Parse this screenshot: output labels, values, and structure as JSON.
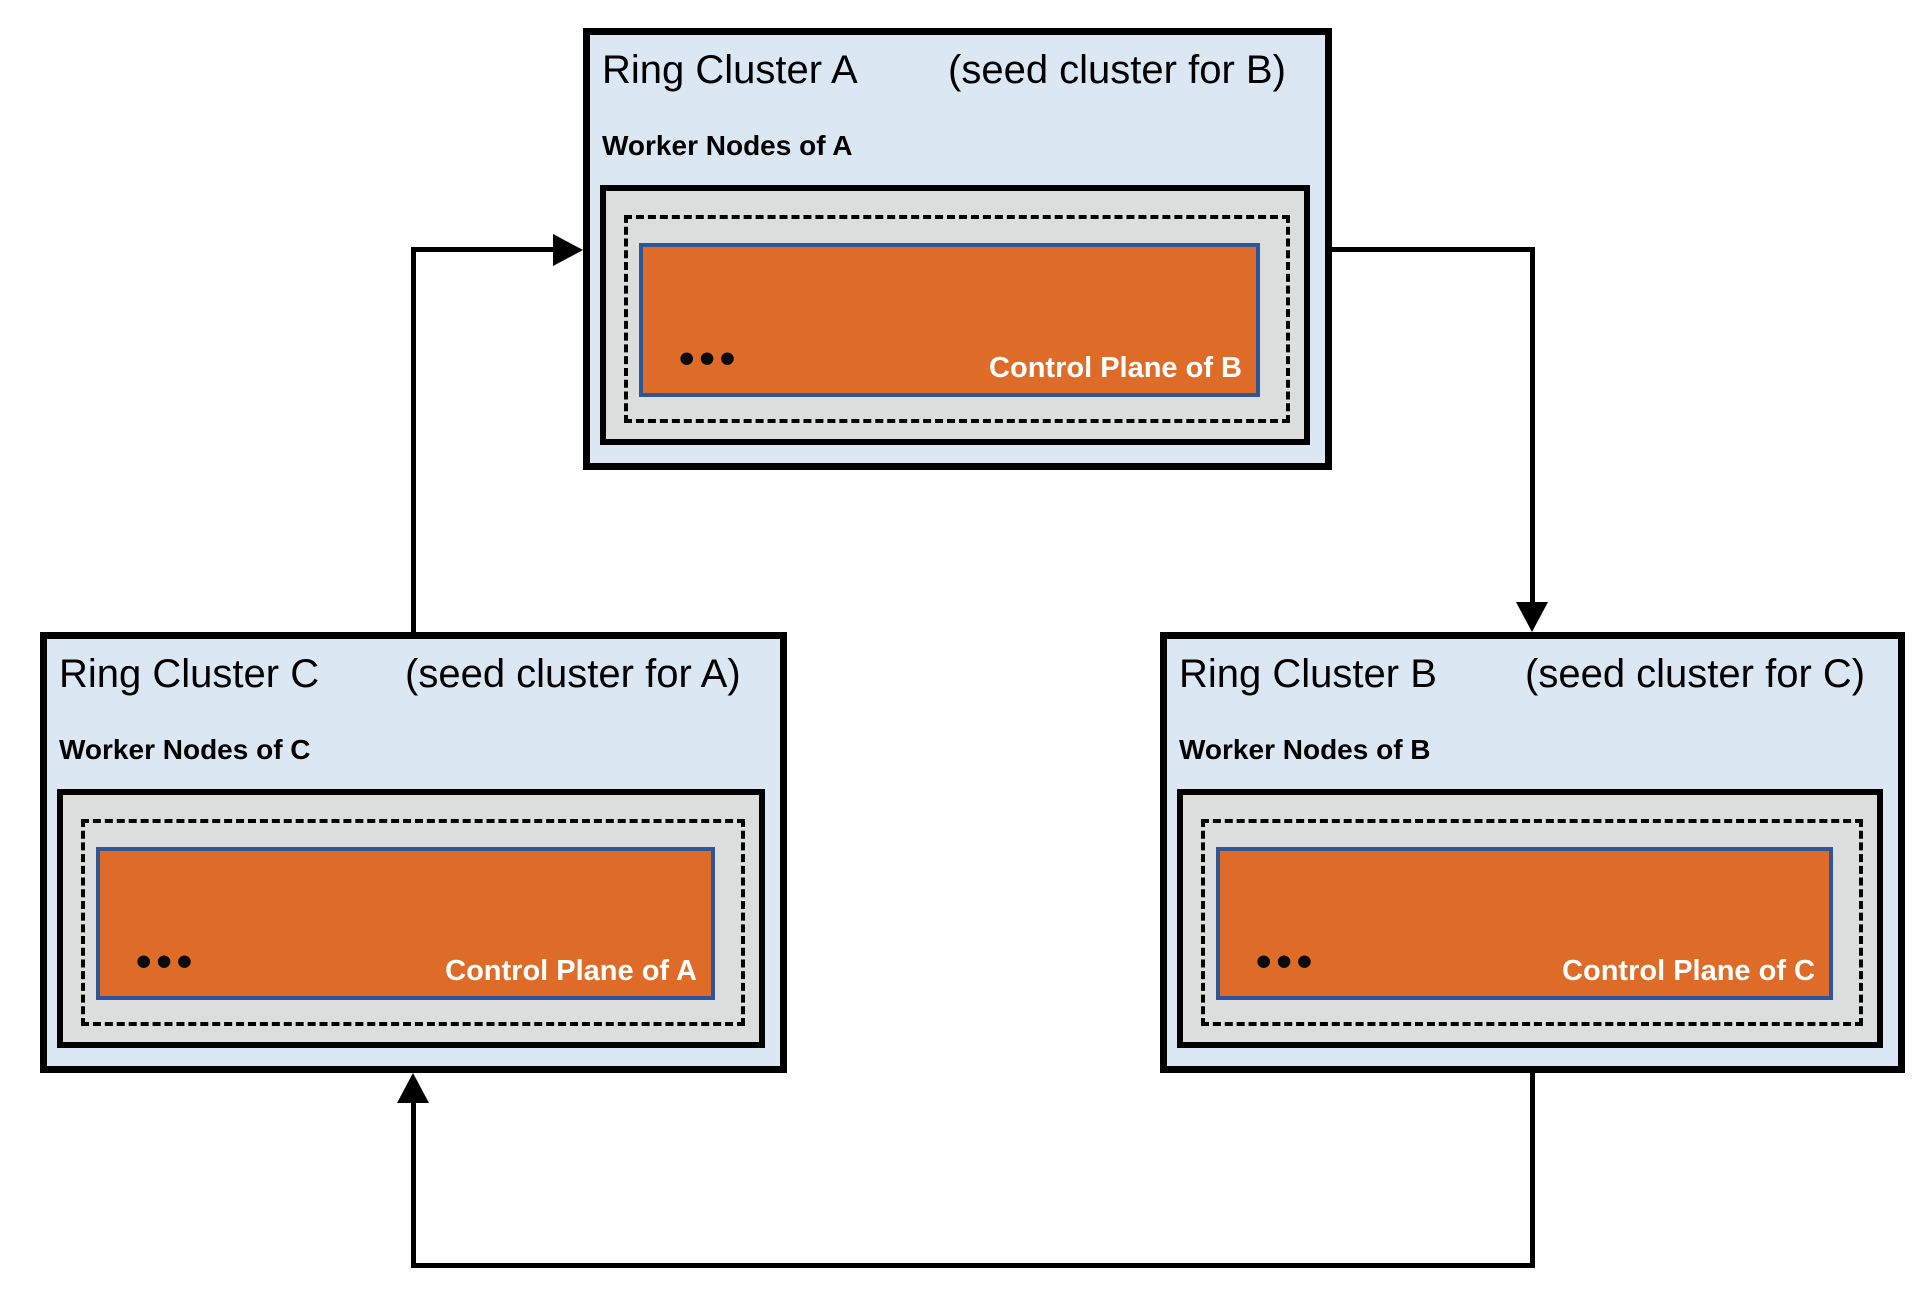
{
  "diagram": {
    "clusters": [
      {
        "id": "A",
        "title": "Ring Cluster A",
        "subtitle": "(seed cluster for B)",
        "worker_label": "Worker Nodes of A",
        "control_plane_label": "Control Plane of B",
        "ellipsis": "•••"
      },
      {
        "id": "C",
        "title": "Ring Cluster C",
        "subtitle": "(seed cluster for A)",
        "worker_label": "Worker Nodes of C",
        "control_plane_label": "Control Plane of A",
        "ellipsis": "•••"
      },
      {
        "id": "B",
        "title": "Ring Cluster B",
        "subtitle": "(seed cluster for C)",
        "worker_label": "Worker Nodes of B",
        "control_plane_label": "Control Plane of C",
        "ellipsis": "•••"
      }
    ],
    "arrows": [
      {
        "from": "Ring Cluster C",
        "to": "Ring Cluster A"
      },
      {
        "from": "Ring Cluster A",
        "to": "Ring Cluster B"
      },
      {
        "from": "Ring Cluster B",
        "to": "Ring Cluster C"
      }
    ],
    "colors": {
      "cluster_bg": "#dbe7f3",
      "worker_node_bg": "#dcdddd",
      "control_plane_bg": "#de6c28",
      "control_plane_border": "#2f5597",
      "line": "#000000",
      "control_plane_text": "#ffffff"
    }
  }
}
